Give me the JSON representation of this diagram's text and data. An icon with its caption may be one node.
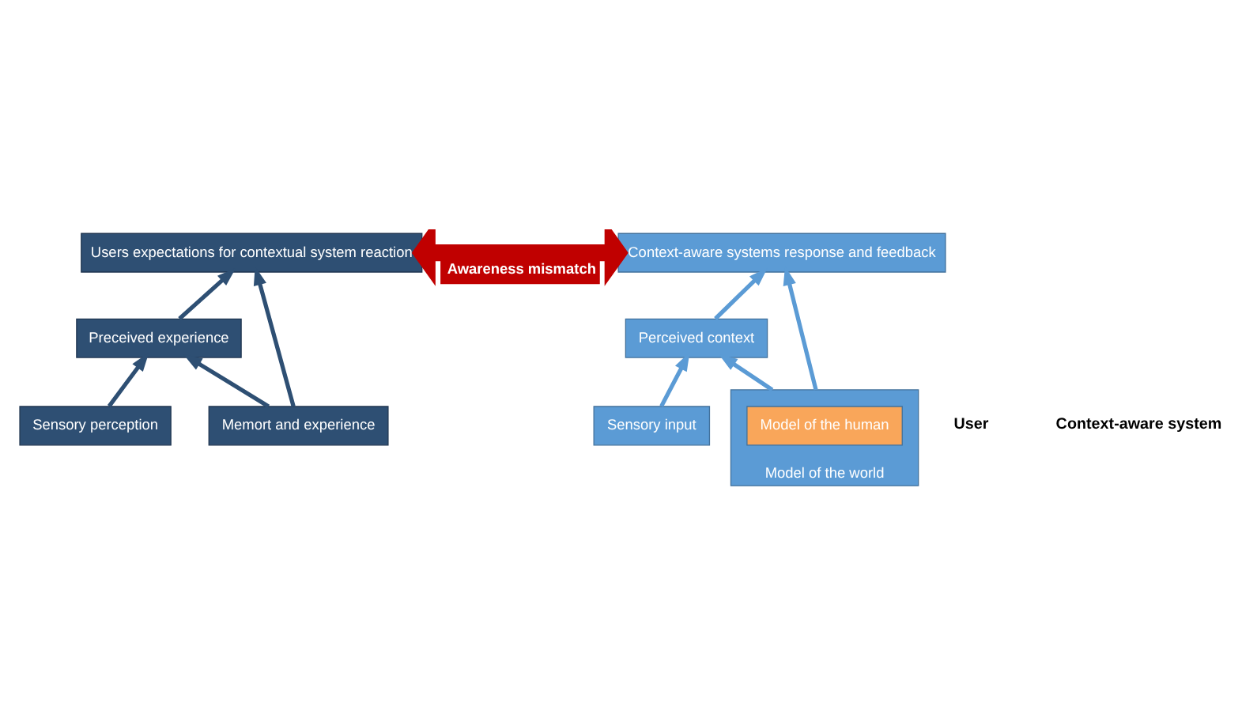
{
  "diagram": {
    "nodes": [
      {
        "text": [
          "Users expectations for contextual system reaction"
        ]
      },
      {
        "text": [
          "Preceived experience"
        ]
      },
      {
        "text": [
          "Sensory perception"
        ]
      },
      {
        "text": [
          "Memort and experience"
        ]
      },
      {
        "text": [
          "Context-aware systems response and feedback"
        ]
      },
      {
        "text": [
          "Perceived context"
        ]
      },
      {
        "text": [
          "Sensory input"
        ]
      },
      {
        "text": [
          "Model of the world"
        ]
      },
      {
        "text": [
          "Model of the human"
        ],
        "in": 7
      }
    ],
    "edges": [
      {
        "from": 0,
        "to": 4,
        "arrow": "both",
        "label": "Awareness mismatch",
        "style": "thick",
        "color": "#c00000"
      },
      {
        "from": 1,
        "to": 0,
        "arrow": "to"
      },
      {
        "from": 3,
        "to": 0,
        "arrow": "to"
      },
      {
        "from": 3,
        "to": 1,
        "arrow": "to"
      },
      {
        "from": 2,
        "to": 1,
        "arrow": "to"
      },
      {
        "from": 5,
        "to": 4,
        "arrow": "to",
        "color": "#5b9bd5"
      },
      {
        "from": 7,
        "to": 4,
        "arrow": "to",
        "color": "#5b9bd5"
      },
      {
        "from": 7,
        "to": 5,
        "arrow": "to",
        "color": "#5b9bd5"
      },
      {
        "from": 6,
        "to": 5,
        "arrow": "to",
        "color": "#5b9bd5"
      }
    ],
    "labels": [
      "User",
      "Context-aware system"
    ]
  }
}
